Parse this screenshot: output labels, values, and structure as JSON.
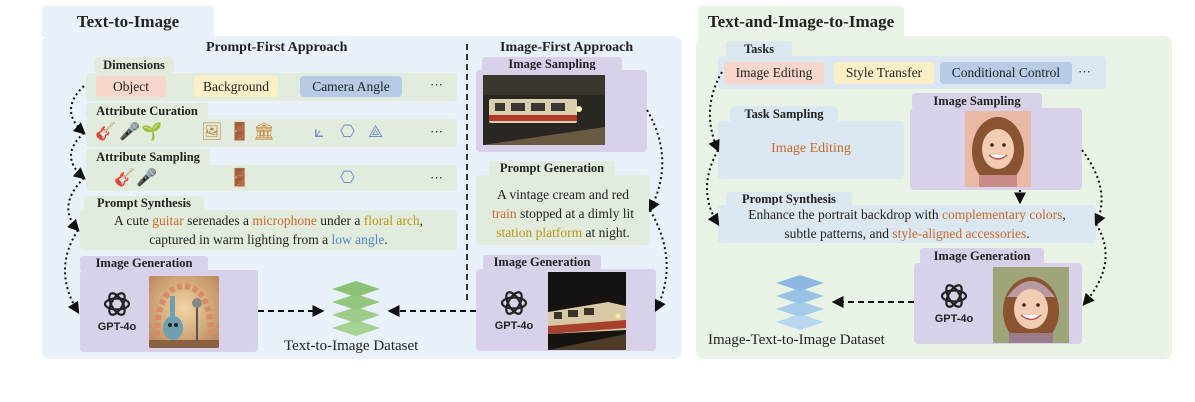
{
  "left": {
    "tab": "Text-to-Image",
    "prompt_first": "Prompt-First Approach",
    "image_first": "Image-First Approach",
    "dimensions": {
      "label": "Dimensions",
      "chips": [
        "Object",
        "Background",
        "Camera Angle"
      ],
      "ellipsis": "···"
    },
    "attribute_curation": {
      "label": "Attribute Curation",
      "ellipsis": "···"
    },
    "attribute_sampling": {
      "label": "Attribute Sampling",
      "ellipsis": "···"
    },
    "prompt_synthesis": {
      "label": "Prompt Synthesis",
      "t1": "A cute ",
      "t2": "guitar",
      "t3": " serenades a ",
      "t4": "microphone",
      "t5": " under a ",
      "t6": "floral arch",
      "t7": ",",
      "t8": "captured in warm lighting from a ",
      "t9": "low angle",
      "t10": "."
    },
    "image_generation": {
      "label": "Image Generation",
      "model": "GPT-4o"
    },
    "image_sampling": {
      "label": "Image Sampling"
    },
    "prompt_generation": {
      "label": "Prompt Generation",
      "t1": "A vintage cream and red",
      "t2": "train",
      "t3": " stopped at a dimly lit",
      "t4": "station platform",
      "t5": " at night."
    },
    "image_generation_2": {
      "label": "Image Generation",
      "model": "GPT-4o"
    },
    "dataset": "Text-to-Image Dataset"
  },
  "right": {
    "tab": "Text-and-Image-to-Image",
    "tasks": {
      "label": "Tasks",
      "chips": [
        "Image Editing",
        "Style Transfer",
        "Conditional Control"
      ],
      "ellipsis": "···"
    },
    "task_sampling": {
      "label": "Task Sampling",
      "value": "Image Editing"
    },
    "image_sampling": {
      "label": "Image Sampling"
    },
    "prompt_synthesis": {
      "label": "Prompt Synthesis",
      "t1": "Enhance the portrait backdrop with ",
      "t2": "complementary colors",
      "t3": ",",
      "t4": "subtle patterns, and ",
      "t5": "style-aligned accessories",
      "t6": "."
    },
    "image_generation": {
      "label": "Image Generation",
      "model": "GPT-4o"
    },
    "dataset": "Image-Text-to-Image Dataset"
  }
}
